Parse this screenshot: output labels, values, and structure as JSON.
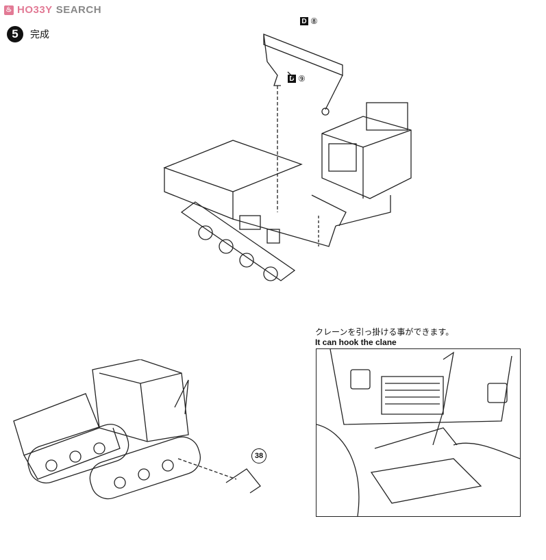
{
  "watermark": {
    "brand_part1": "HO33Y",
    "brand_part2": "SEARCH",
    "icon": "hobby-search-logo"
  },
  "step": {
    "number": "5",
    "title": "完成"
  },
  "part_labels": [
    {
      "sprue": "D",
      "number": "⑧"
    },
    {
      "sprue": "D",
      "number": "⑨"
    }
  ],
  "part_38": "38",
  "note": {
    "ja": "クレーンを引っ掛ける事ができます。",
    "en": "It can hook the clane"
  }
}
